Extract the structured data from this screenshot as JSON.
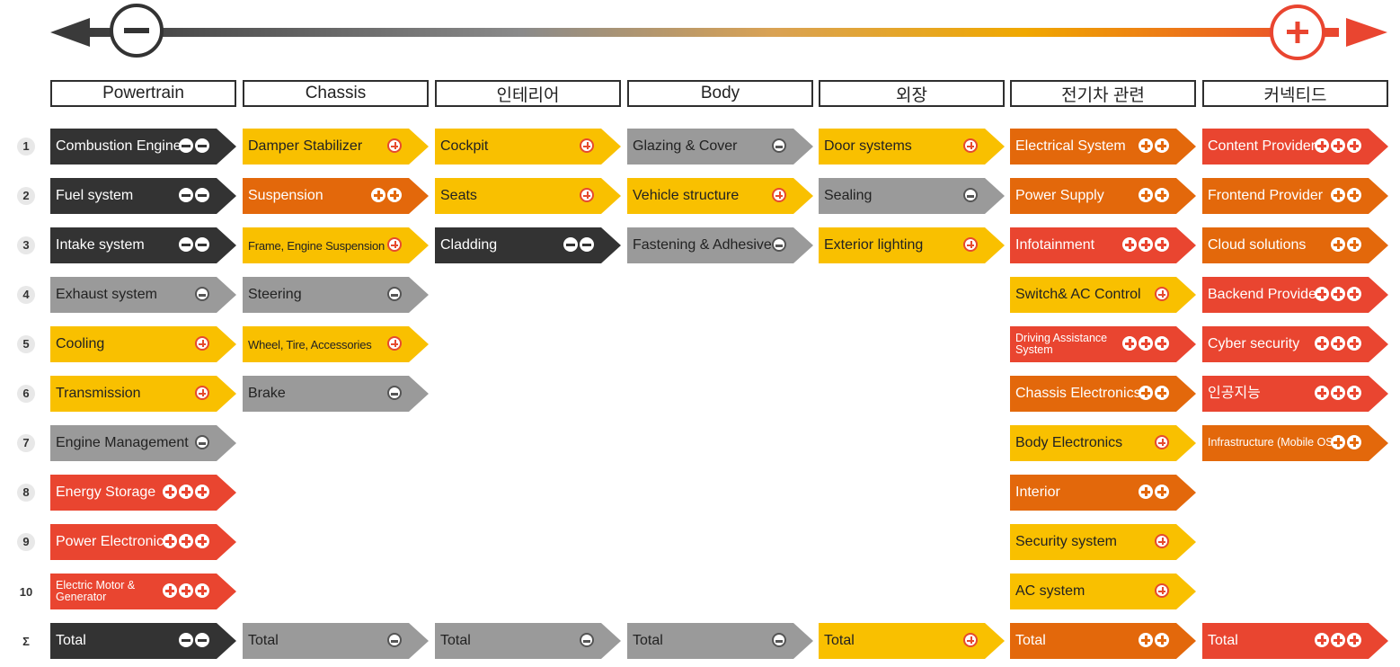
{
  "colors": {
    "dark": "#333333",
    "gray": "#9a9a9a",
    "yellow": "#f9c000",
    "orange": "#e3680b",
    "red": "#e94530"
  },
  "scale": {
    "minus_icon": "minus-circle-icon",
    "plus_icon": "plus-circle-icon"
  },
  "columns": [
    {
      "title": "Powertrain",
      "cells": [
        {
          "row": "1",
          "label": "Combustion Engine",
          "color": "dark",
          "icons": "--"
        },
        {
          "row": "2",
          "label": "Fuel system",
          "color": "dark",
          "icons": "--"
        },
        {
          "row": "3",
          "label": "Intake system",
          "color": "dark",
          "icons": "--"
        },
        {
          "row": "4",
          "label": "Exhaust system",
          "color": "gray",
          "icons": "-"
        },
        {
          "row": "5",
          "label": "Cooling",
          "color": "yellow",
          "icons": "+"
        },
        {
          "row": "6",
          "label": "Transmission",
          "color": "yellow",
          "icons": "+"
        },
        {
          "row": "7",
          "label": "Engine Management",
          "color": "gray",
          "icons": "-"
        },
        {
          "row": "8",
          "label": "Energy Storage",
          "color": "red",
          "icons": "+++"
        },
        {
          "row": "9",
          "label": "Power Electronics",
          "color": "red",
          "icons": "+++"
        },
        {
          "row": "10",
          "label": "Electric Motor & Generator",
          "color": "red",
          "icons": "+++",
          "style": "two"
        },
        {
          "row": "Σ",
          "label": "Total",
          "color": "dark",
          "icons": "--"
        }
      ]
    },
    {
      "title": "Chassis",
      "cells": [
        {
          "row": "1",
          "label": "Damper Stabilizer",
          "color": "yellow",
          "icons": "+"
        },
        {
          "row": "2",
          "label": "Suspension",
          "color": "orange",
          "icons": "++"
        },
        {
          "row": "3",
          "label": "Frame, Engine Suspension",
          "color": "yellow",
          "icons": "+",
          "style": "small"
        },
        {
          "row": "4",
          "label": "Steering",
          "color": "gray",
          "icons": "-"
        },
        {
          "row": "5",
          "label": "Wheel, Tire, Accessories",
          "color": "yellow",
          "icons": "+",
          "style": "small"
        },
        {
          "row": "6",
          "label": "Brake",
          "color": "gray",
          "icons": "-"
        },
        {
          "row": "Σ",
          "label": "Total",
          "color": "gray",
          "icons": "-"
        }
      ]
    },
    {
      "title": "인테리어",
      "cells": [
        {
          "row": "1",
          "label": "Cockpit",
          "color": "yellow",
          "icons": "+"
        },
        {
          "row": "2",
          "label": "Seats",
          "color": "yellow",
          "icons": "+"
        },
        {
          "row": "3",
          "label": "Cladding",
          "color": "dark",
          "icons": "--"
        },
        {
          "row": "Σ",
          "label": "Total",
          "color": "gray",
          "icons": "-"
        }
      ]
    },
    {
      "title": "Body",
      "cells": [
        {
          "row": "1",
          "label": "Glazing & Cover",
          "color": "gray",
          "icons": "-"
        },
        {
          "row": "2",
          "label": "Vehicle structure",
          "color": "yellow",
          "icons": "+"
        },
        {
          "row": "3",
          "label": "Fastening & Adhesive",
          "color": "gray",
          "icons": "-"
        },
        {
          "row": "Σ",
          "label": "Total",
          "color": "gray",
          "icons": "-"
        }
      ]
    },
    {
      "title": "외장",
      "cells": [
        {
          "row": "1",
          "label": "Door systems",
          "color": "yellow",
          "icons": "+"
        },
        {
          "row": "2",
          "label": "Sealing",
          "color": "gray",
          "icons": "-"
        },
        {
          "row": "3",
          "label": "Exterior lighting",
          "color": "yellow",
          "icons": "+"
        },
        {
          "row": "Σ",
          "label": "Total",
          "color": "yellow",
          "icons": "+"
        }
      ]
    },
    {
      "title": "전기차 관련",
      "cells": [
        {
          "row": "1",
          "label": "Electrical System",
          "color": "orange",
          "icons": "++"
        },
        {
          "row": "2",
          "label": "Power Supply",
          "color": "orange",
          "icons": "++"
        },
        {
          "row": "3",
          "label": "Infotainment",
          "color": "red",
          "icons": "+++"
        },
        {
          "row": "4",
          "label": "Switch& AC Control",
          "color": "yellow",
          "icons": "+"
        },
        {
          "row": "5",
          "label": "Driving Assistance System",
          "color": "red",
          "icons": "+++",
          "style": "two"
        },
        {
          "row": "6",
          "label": "Chassis Electronics",
          "color": "orange",
          "icons": "++"
        },
        {
          "row": "7",
          "label": "Body Electronics",
          "color": "yellow",
          "icons": "+"
        },
        {
          "row": "8",
          "label": "Interior",
          "color": "orange",
          "icons": "++"
        },
        {
          "row": "9",
          "label": "Security system",
          "color": "yellow",
          "icons": "+"
        },
        {
          "row": "10",
          "label": "AC system",
          "color": "yellow",
          "icons": "+"
        },
        {
          "row": "Σ",
          "label": "Total",
          "color": "orange",
          "icons": "++"
        }
      ]
    },
    {
      "title": "커넥티드",
      "cells": [
        {
          "row": "1",
          "label": "Content Provider",
          "color": "red",
          "icons": "+++"
        },
        {
          "row": "2",
          "label": "Frontend Provider",
          "color": "orange",
          "icons": "++"
        },
        {
          "row": "3",
          "label": "Cloud solutions",
          "color": "orange",
          "icons": "++"
        },
        {
          "row": "4",
          "label": "Backend Provider",
          "color": "red",
          "icons": "+++"
        },
        {
          "row": "5",
          "label": "Cyber security",
          "color": "red",
          "icons": "+++"
        },
        {
          "row": "6",
          "label": "인공지능",
          "color": "red",
          "icons": "+++"
        },
        {
          "row": "7",
          "label": "Infrastructure (Mobile OS)",
          "color": "orange",
          "icons": "++",
          "style": "two"
        },
        {
          "row": "Σ",
          "label": "Total",
          "color": "red",
          "icons": "+++"
        }
      ]
    }
  ],
  "row_labels": [
    "1",
    "2",
    "3",
    "4",
    "5",
    "6",
    "7",
    "8",
    "9",
    "10",
    "Σ"
  ]
}
